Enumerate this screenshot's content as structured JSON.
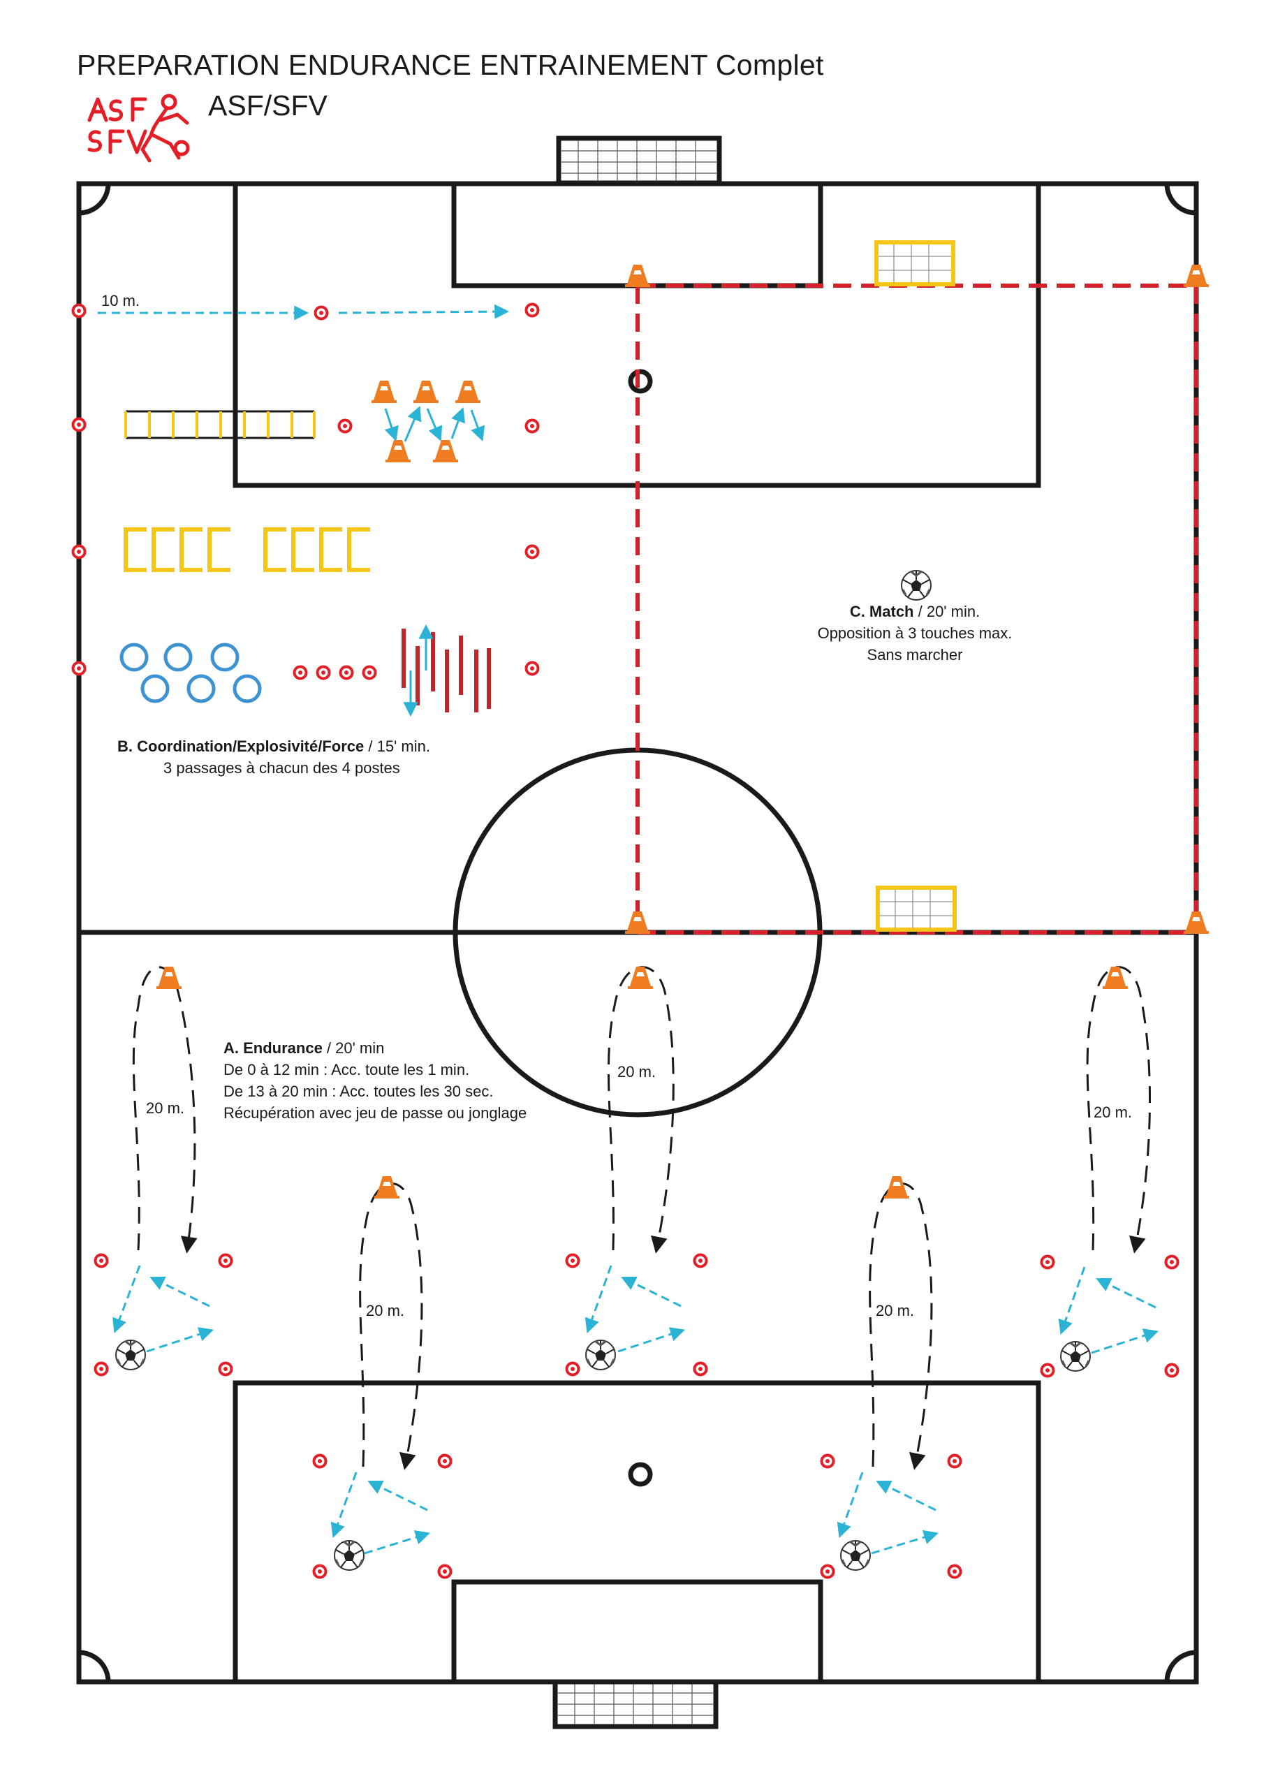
{
  "header": {
    "title": "PREPARATION ENDURANCE ENTRAINEMENT Complet",
    "subtitle": "ASF/SFV"
  },
  "logo": {
    "name": "asf-sfv-logo",
    "lettering": "ASF SFV",
    "color": "#e41e26"
  },
  "colors": {
    "lines": "#1a1a1a",
    "red_dashed": "#d3222a",
    "cyan_arrow": "#2bb3d6",
    "marker": "#e41e26",
    "cone": "#f07c22",
    "hurdle": "#f5c518",
    "ring": "#3d92d1"
  },
  "section_b": {
    "heading": "B. Coordination/Explosivité/Force",
    "duration": " / 15' min.",
    "detail": "3 passages à chacun des 4 postes",
    "distance": "10 m."
  },
  "section_c": {
    "heading": "C. Match",
    "duration": " / 20' min.",
    "line1": "Opposition à 3 touches max.",
    "line2": "Sans marcher"
  },
  "section_a": {
    "heading": "A. Endurance",
    "duration": " / 20' min",
    "line1": "De 0 à 12 min : Acc. toute les 1 min.",
    "line2": "De 13 à 20 min : Acc. toutes les 30 sec.",
    "line3": "Récupération avec jeu de passe ou jonglage"
  },
  "distances": [
    "20 m.",
    "20 m.",
    "20 m.",
    "20 m.",
    "20 m."
  ]
}
